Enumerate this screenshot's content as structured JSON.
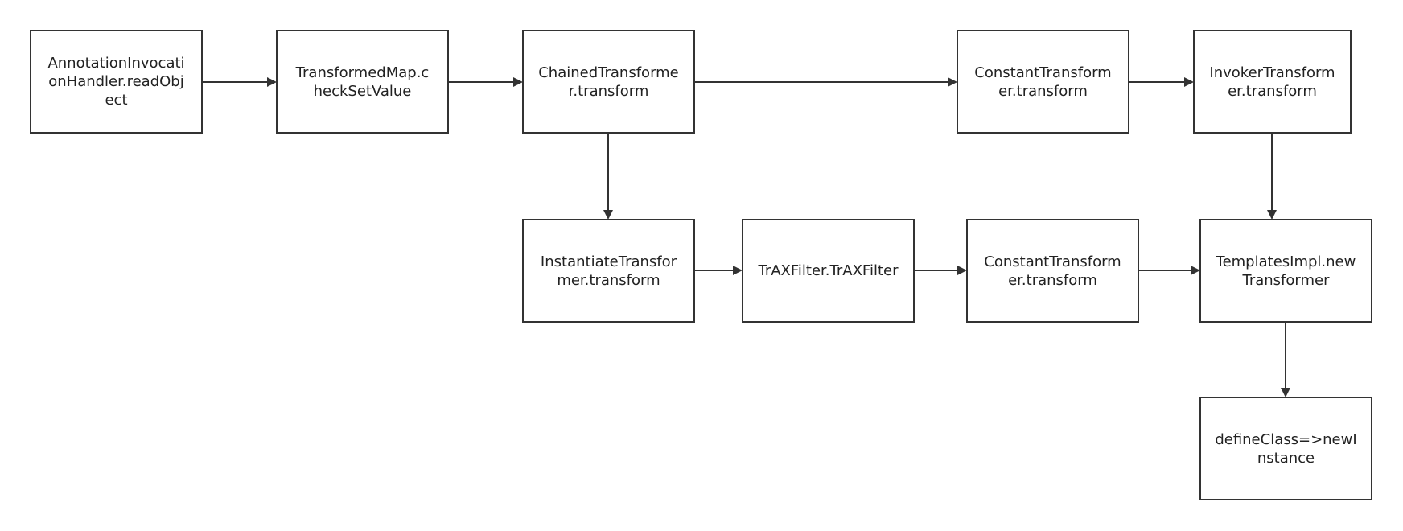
{
  "nodes": [
    {
      "id": "n1",
      "lines": [
        "AnnotationInvocati",
        "onHandler.readObj",
        "ect"
      ]
    },
    {
      "id": "n2",
      "lines": [
        "TransformedMap.c",
        "heckSetValue"
      ]
    },
    {
      "id": "n3",
      "lines": [
        "ChainedTransforme",
        "r.transform"
      ]
    },
    {
      "id": "n4",
      "lines": [
        "ConstantTransform",
        "er.transform"
      ]
    },
    {
      "id": "n5",
      "lines": [
        "InvokerTransform",
        "er.transform"
      ]
    },
    {
      "id": "n6",
      "lines": [
        "InstantiateTransfor",
        "mer.transform"
      ]
    },
    {
      "id": "n7",
      "lines": [
        "TrAXFilter.TrAXFilter"
      ]
    },
    {
      "id": "n8",
      "lines": [
        "ConstantTransform",
        "er.transform"
      ]
    },
    {
      "id": "n9",
      "lines": [
        "TemplatesImpl.new",
        "Transformer"
      ]
    },
    {
      "id": "n10",
      "lines": [
        "defineClass=>newI",
        "nstance"
      ]
    }
  ],
  "edges": [
    {
      "from": "n1",
      "to": "n2"
    },
    {
      "from": "n2",
      "to": "n3"
    },
    {
      "from": "n3",
      "to": "n4"
    },
    {
      "from": "n4",
      "to": "n5"
    },
    {
      "from": "n3",
      "to": "n6"
    },
    {
      "from": "n5",
      "to": "n9"
    },
    {
      "from": "n6",
      "to": "n7"
    },
    {
      "from": "n7",
      "to": "n8"
    },
    {
      "from": "n8",
      "to": "n9"
    },
    {
      "from": "n9",
      "to": "n10"
    }
  ],
  "colors": {
    "stroke": "#333333",
    "text": "#222222",
    "background": "#ffffff"
  }
}
